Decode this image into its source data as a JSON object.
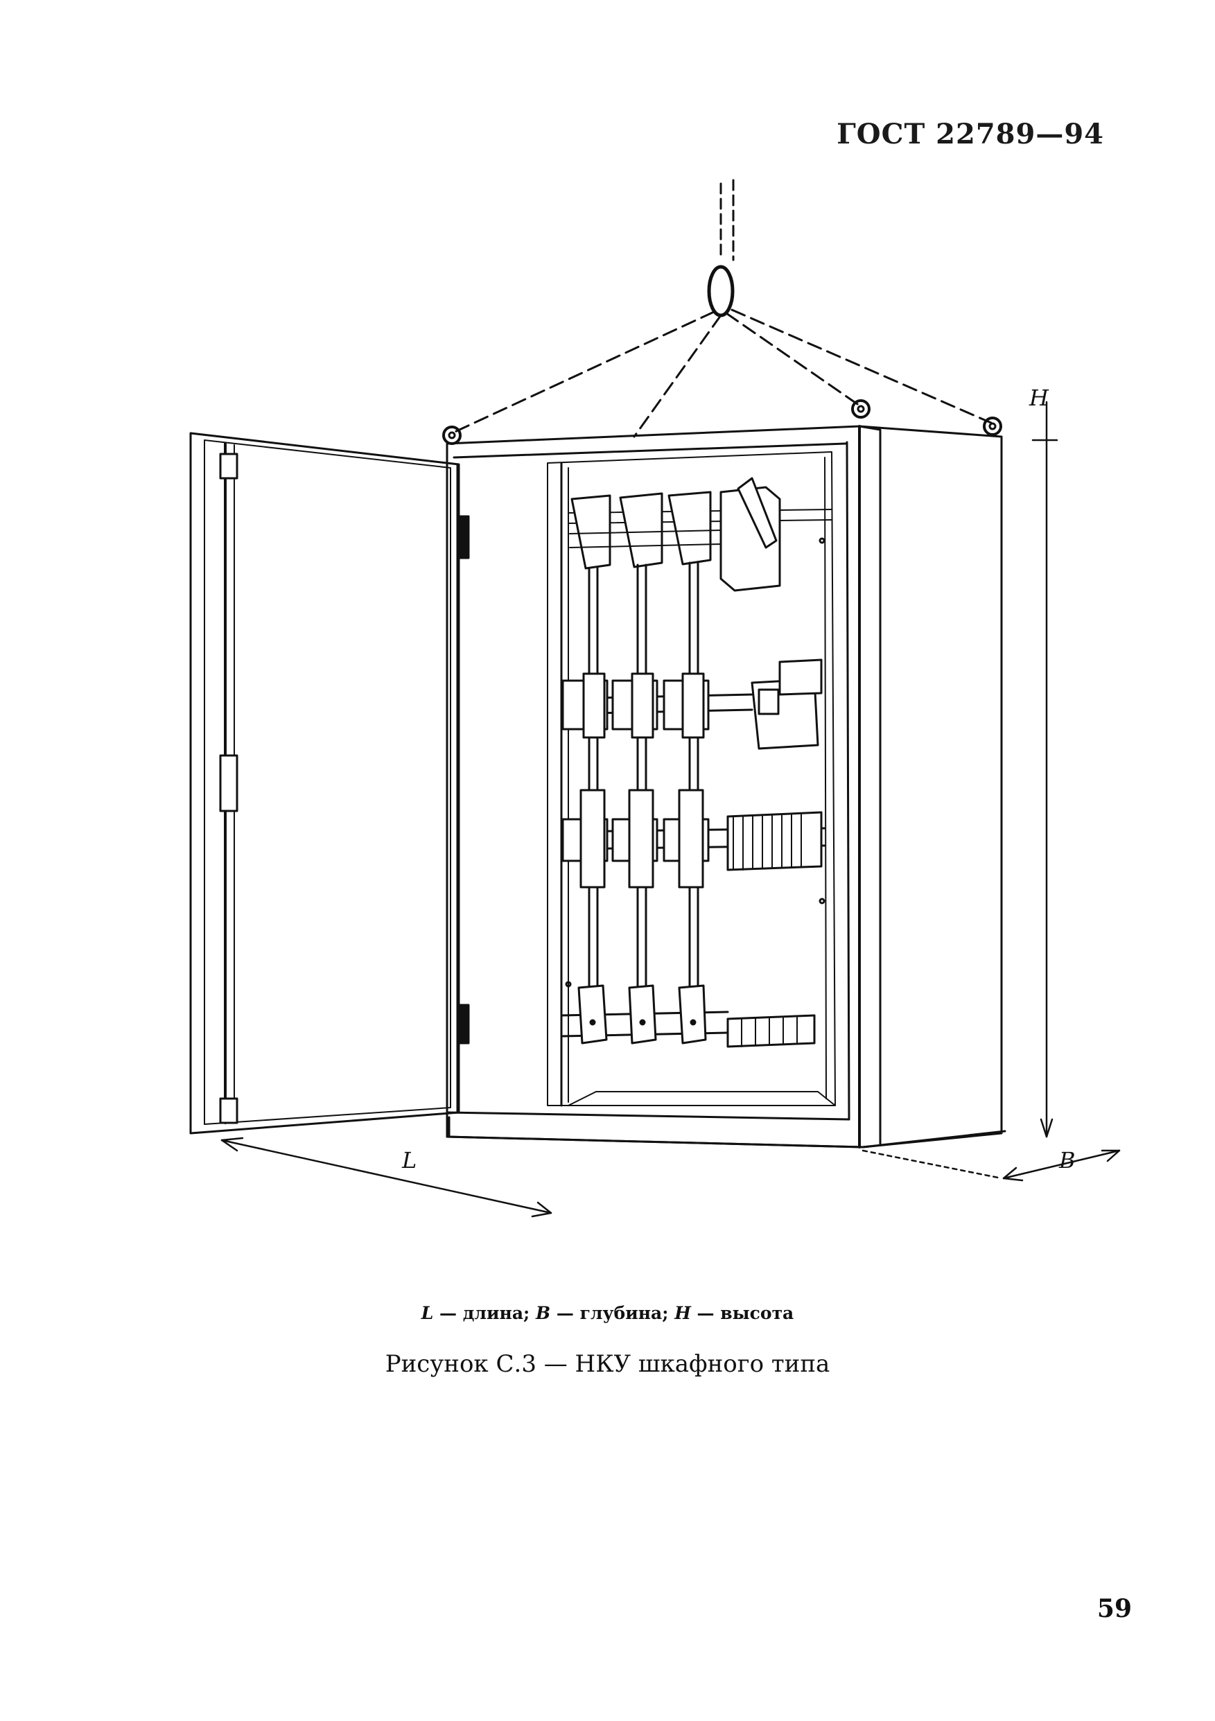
{
  "header": {
    "standard": "ГОСТ 22789—94"
  },
  "figure": {
    "dimension_labels": {
      "length": "L",
      "depth": "B",
      "height": "H"
    }
  },
  "legend": {
    "L": {
      "symbol": "L",
      "text": "— длина;"
    },
    "B": {
      "symbol": "B",
      "text": "— глубина;"
    },
    "H": {
      "symbol": "H",
      "text": "— высота"
    }
  },
  "caption": "Рисунок С.3 — НКУ шкафного типа",
  "page_number": "59"
}
